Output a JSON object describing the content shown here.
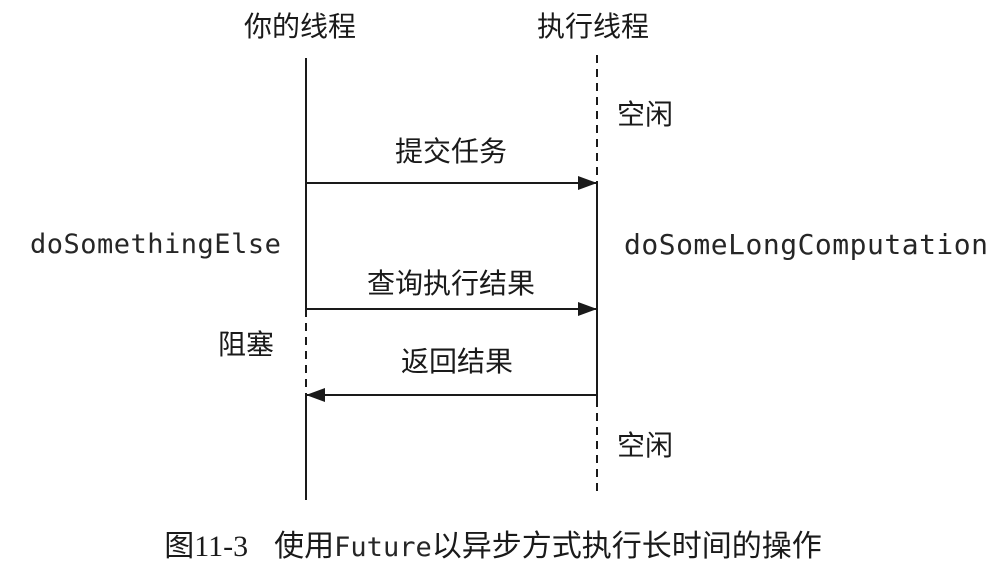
{
  "diagram": {
    "type": "sequence-diagram",
    "actors": [
      {
        "id": "caller",
        "name": "你的线程"
      },
      {
        "id": "executor",
        "name": "执行线程"
      }
    ],
    "messages": [
      {
        "label": "提交任务",
        "from": "caller",
        "to": "executor",
        "direction": "right"
      },
      {
        "label": "查询执行结果",
        "from": "caller",
        "to": "executor",
        "direction": "right"
      },
      {
        "label": "返回结果",
        "from": "executor",
        "to": "caller",
        "direction": "left"
      }
    ],
    "annotations": {
      "executor_idle_top": "空闲",
      "caller_activity": "doSomethingElse",
      "executor_activity": "doSomeLongComputation",
      "caller_blocked": "阻塞",
      "executor_idle_bottom": "空闲"
    }
  },
  "caption": {
    "figure_label": "图11-3",
    "text_before_code": "使用",
    "code": "Future",
    "text_after_code": "以异步方式执行长时间的操作"
  },
  "colors": {
    "line": "#1a1a1a",
    "text": "#1a1a1a",
    "background": "#ffffff"
  }
}
